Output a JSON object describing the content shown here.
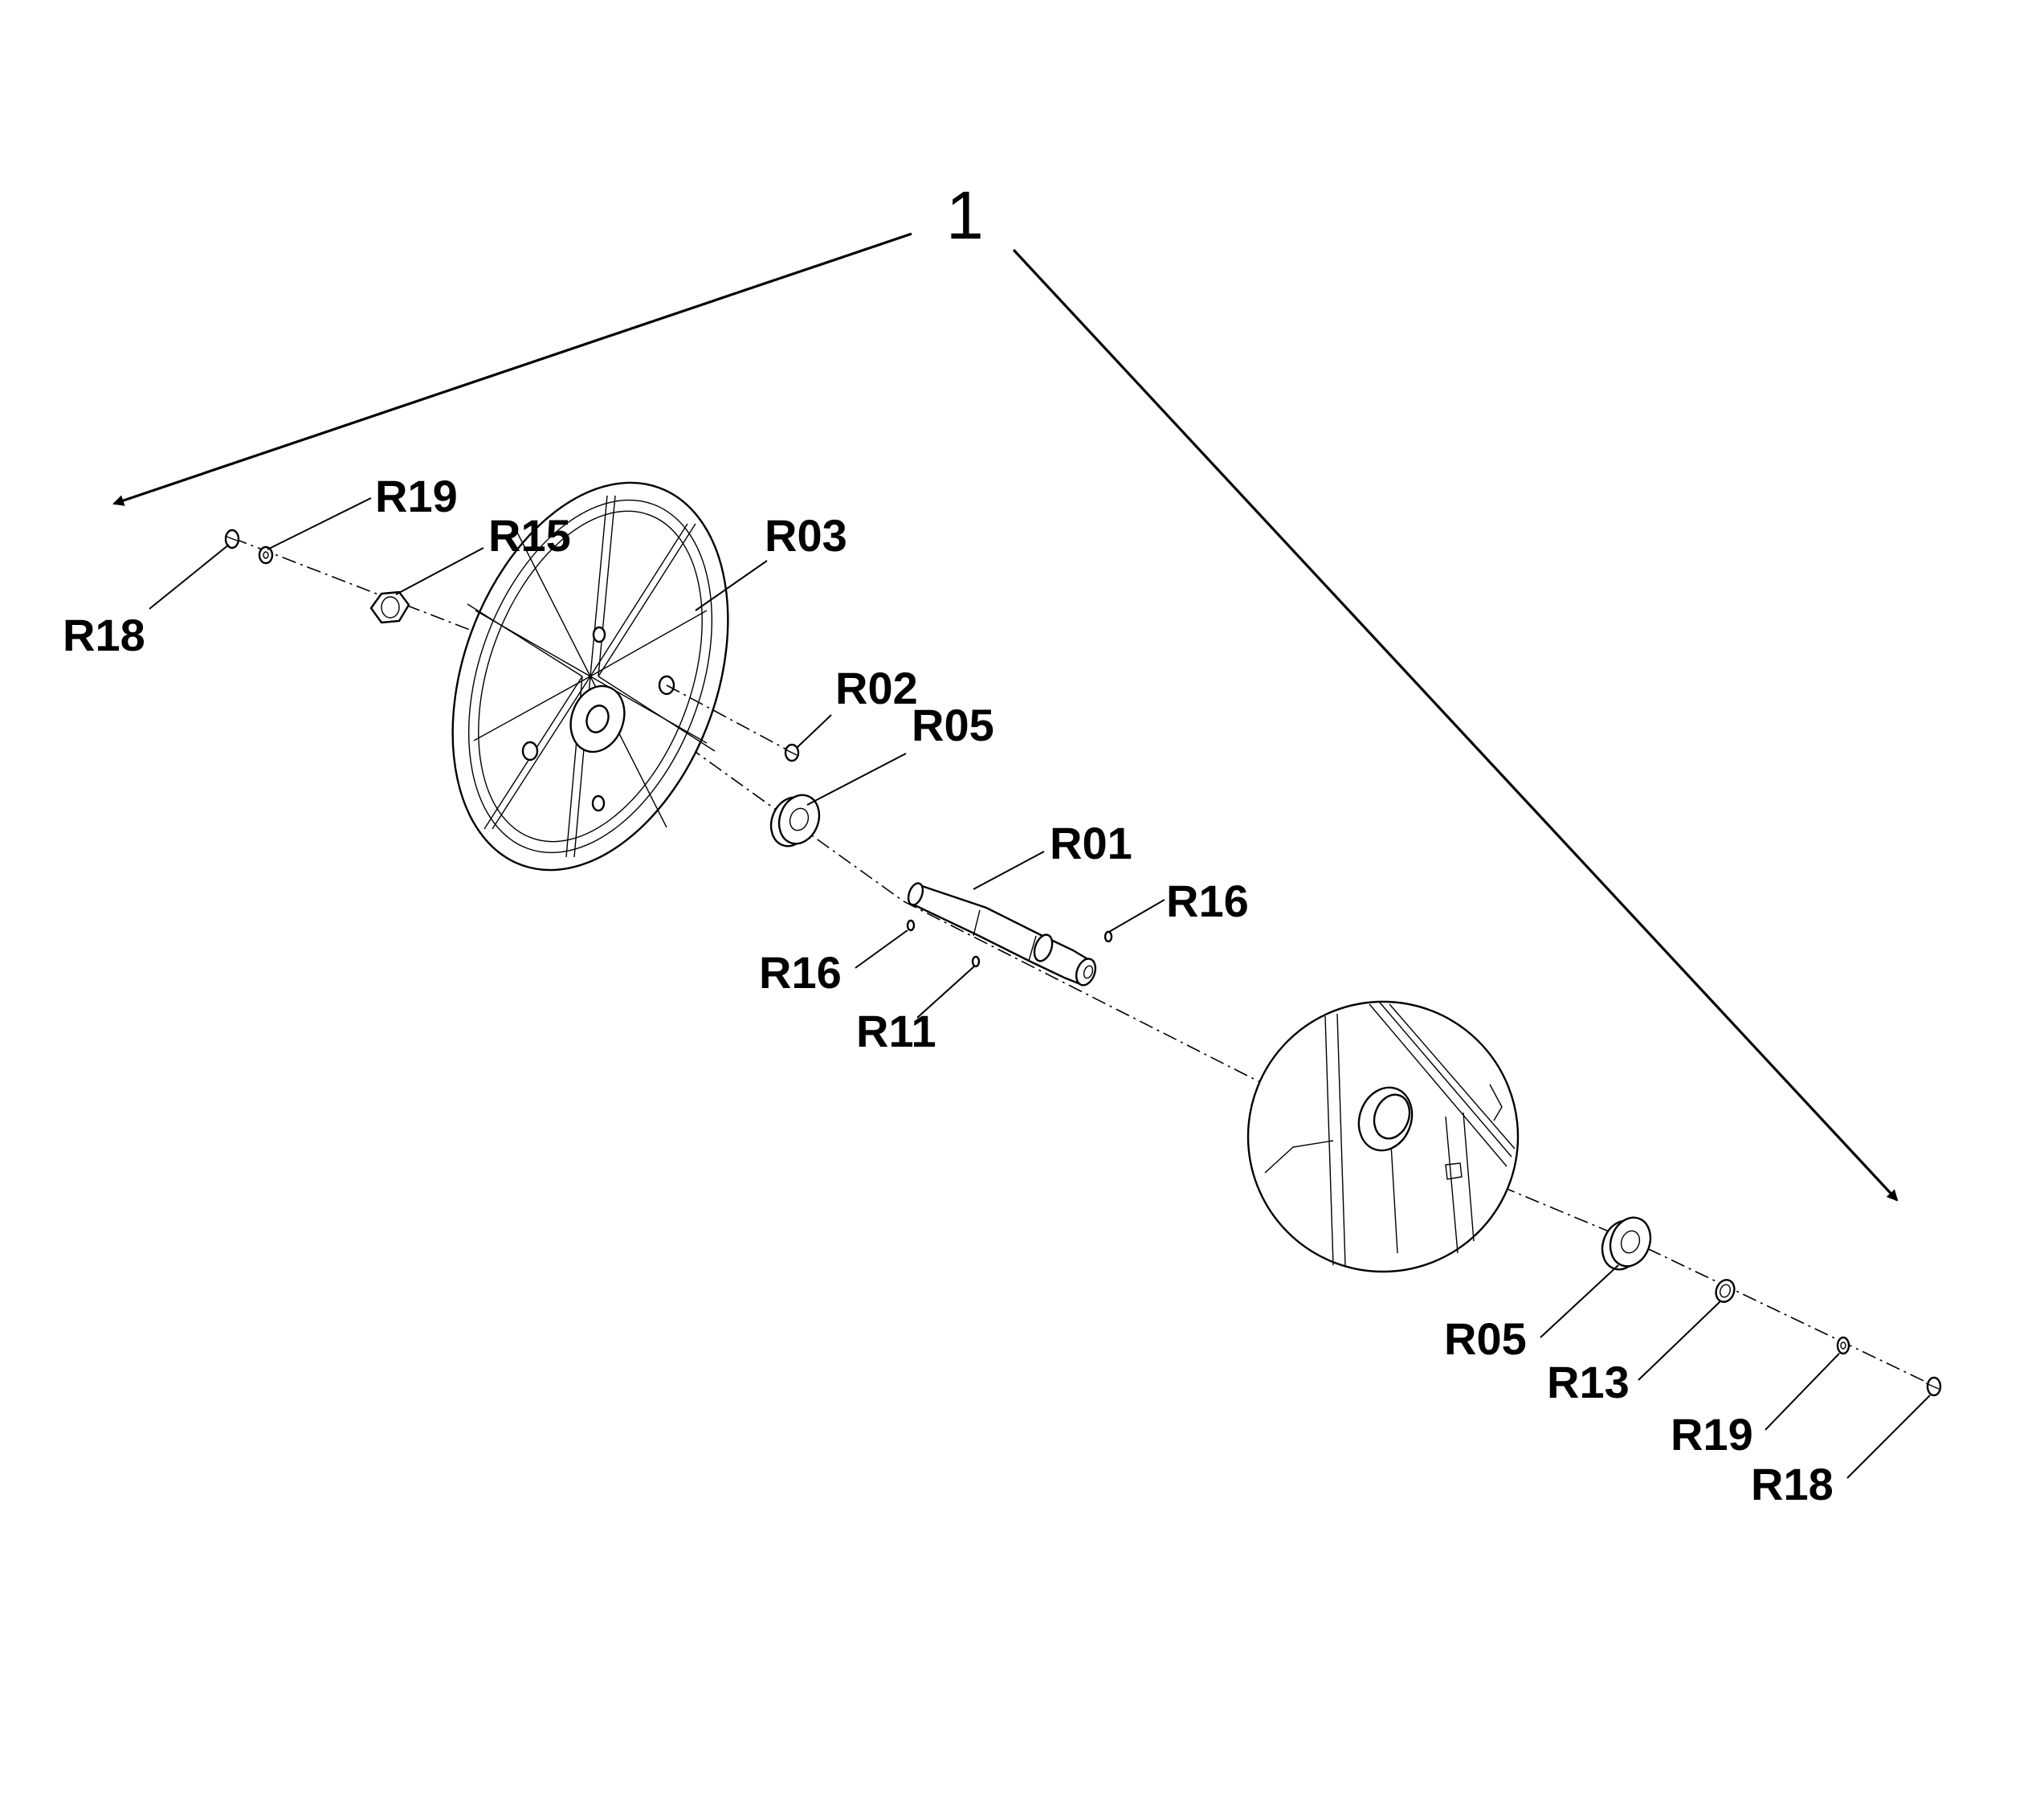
{
  "assembly": {
    "number": "1"
  },
  "labels": {
    "r18_left": "R18",
    "r19_left": "R19",
    "r15": "R15",
    "r03": "R03",
    "r02": "R02",
    "r05_upper": "R05",
    "r01": "R01",
    "r16_right": "R16",
    "r16_left": "R16",
    "r11": "R11",
    "r05_lower": "R05",
    "r13": "R13",
    "r19_right": "R19",
    "r18_right": "R18"
  }
}
